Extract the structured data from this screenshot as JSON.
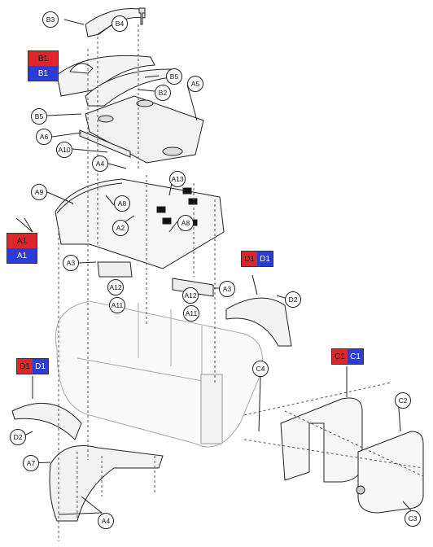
{
  "callouts": {
    "b3": "B3",
    "b4": "B4",
    "b5_top": "B5",
    "b5_left": "B5",
    "b2": "B2",
    "a5": "A5",
    "a6": "A6",
    "a10": "A10",
    "a4_top": "A4",
    "a13": "A13",
    "a9": "A9",
    "a8_left": "A8",
    "a8_right": "A8",
    "a2": "A2",
    "a3_left": "A3",
    "a3_right": "A3",
    "a12_left": "A12",
    "a12_right": "A12",
    "a11_left": "A11",
    "a11_right": "A11",
    "d2_right": "D2",
    "d2_left": "D2",
    "c4": "C4",
    "c2": "C2",
    "c3": "C3",
    "a7": "A7",
    "a4_bottom": "A4"
  },
  "badges": {
    "b1": {
      "top": "B1",
      "bottom": "B1"
    },
    "a1": {
      "top": "A1",
      "bottom": "A1"
    },
    "d1_right": {
      "left": "D1",
      "right": "D1"
    },
    "d1_left": {
      "left": "D1",
      "right": "D1"
    },
    "c1": {
      "left": "C1",
      "right": "C1"
    }
  },
  "colors": {
    "red": "#e0242b",
    "blue": "#2b3cd8"
  }
}
